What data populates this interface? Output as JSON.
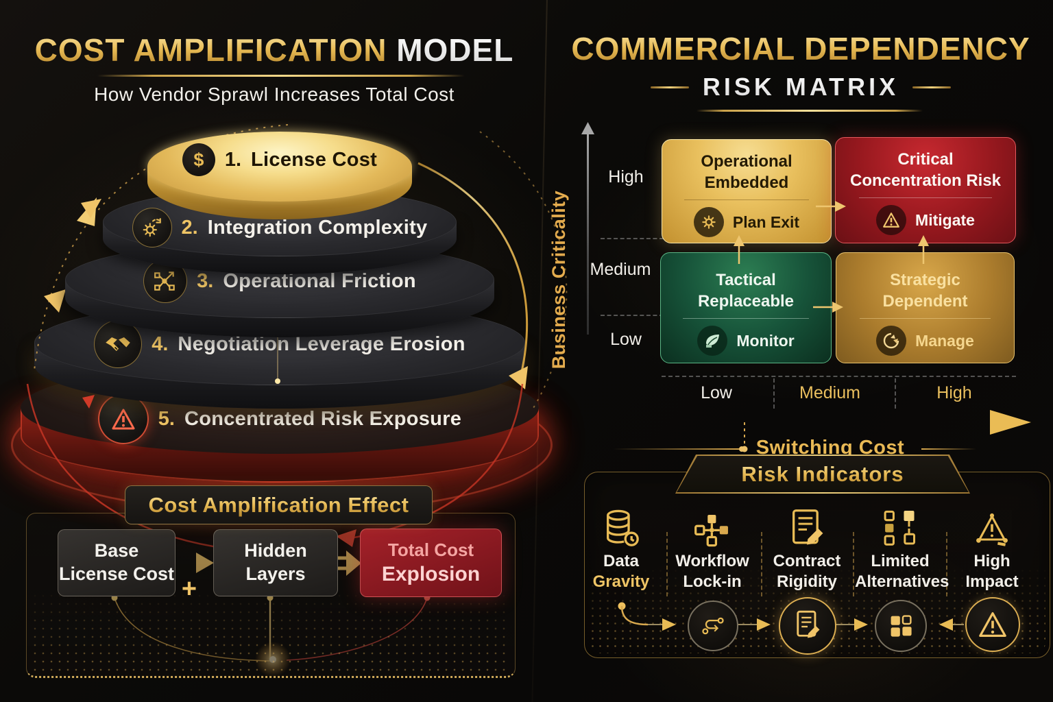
{
  "colors": {
    "accent_gold": "#e6b54d",
    "alert_red": "#c0272d",
    "safe_green": "#1c5c3b",
    "bronze": "#b98a35",
    "white": "#f3efe8"
  },
  "icons": {
    "tier1": "dollar-icon",
    "tier2": "gear-route-icon",
    "tier3": "network-icon",
    "tier4": "handshake-icon",
    "tier5": "warning-icon",
    "q_tl": "gear-icon",
    "q_tr": "warning-icon",
    "q_bl": "leaf-icon",
    "q_br": "manage-pie-icon",
    "ind1": "database-clock-icon",
    "ind2": "workflow-nodes-icon",
    "ind3": "contract-pen-icon",
    "ind4": "blocks-icon",
    "ind5": "impact-triangle-icon",
    "flow1": "route-icon",
    "flow2": "document-pen-icon",
    "flow3": "grid-icon",
    "flow4": "warning-icon"
  },
  "left": {
    "title_gold": "COST AMPLIFICATION",
    "title_white": "MODEL",
    "subtitle": "How Vendor Sprawl Increases Total Cost",
    "pyramid": [
      {
        "num": "1.",
        "label": "License Cost"
      },
      {
        "num": "2.",
        "label": "Integration Complexity"
      },
      {
        "num": "3.",
        "label": "Operational Friction"
      },
      {
        "num": "4.",
        "label": "Negotiation Leverage Erosion"
      },
      {
        "num": "5.",
        "label": "Concentrated Risk Exposure"
      }
    ],
    "effect": {
      "title": "Cost Amplification Effect",
      "plus": "+",
      "box1_line1": "Base",
      "box1_line2": "License Cost",
      "box2_line1": "Hidden",
      "box2_line2": "Layers",
      "box3_line1": "Total Cost",
      "box3_line2": "Explosion"
    }
  },
  "right": {
    "title_gold": "COMMERCIAL DEPENDENCY",
    "title_white": "RISK MATRIX",
    "matrix": {
      "y_label": "Business Criticality",
      "y_ticks": [
        "High",
        "Medium",
        "Low"
      ],
      "x_ticks": [
        "Low",
        "Medium",
        "High"
      ],
      "x_label": "Switching Cost",
      "q_tl_line1": "Operational",
      "q_tl_line2": "Embedded",
      "q_tl_action": "Plan Exit",
      "q_tr_line1": "Critical",
      "q_tr_line2": "Concentration Risk",
      "q_tr_action": "Mitigate",
      "q_bl_line1": "Tactical",
      "q_bl_line2": "Replaceable",
      "q_bl_action": "Monitor",
      "q_br_line1": "Strategic",
      "q_br_line2": "Dependent",
      "q_br_action": "Manage"
    },
    "risk": {
      "title": "Risk Indicators",
      "items": [
        {
          "line1": "Data",
          "line2": "Gravity"
        },
        {
          "line1": "Workflow",
          "line2": "Lock-in"
        },
        {
          "line1": "Contract",
          "line2": "Rigidity"
        },
        {
          "line1": "Limited",
          "line2": "Alternatives"
        },
        {
          "line1": "High",
          "line2": "Impact"
        }
      ]
    }
  }
}
